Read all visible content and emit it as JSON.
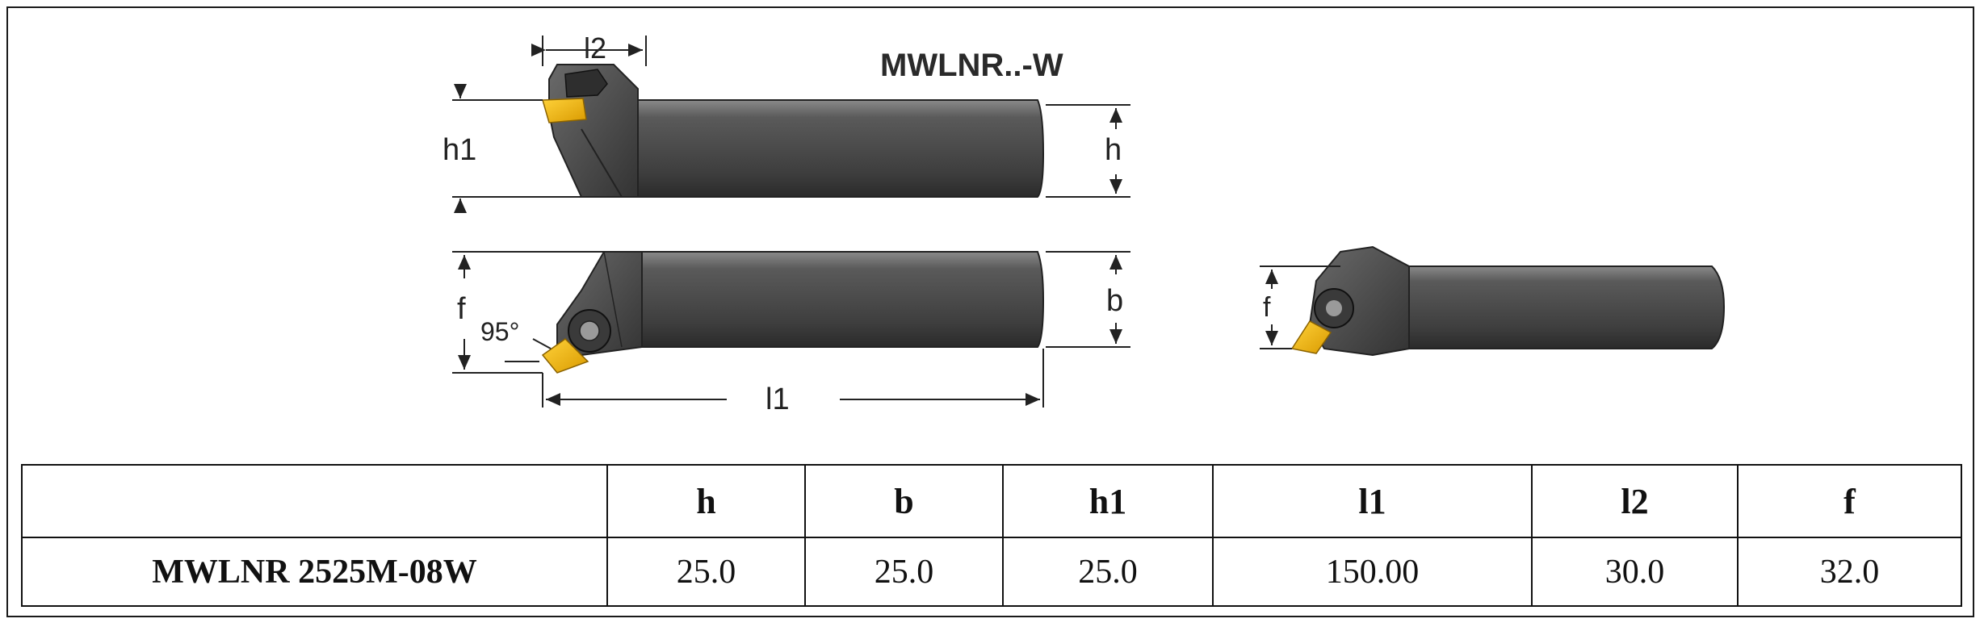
{
  "diagram": {
    "model_label": "MWLNR..-W",
    "dimension_labels": {
      "l2": "l2",
      "h1": "h1",
      "h": "h",
      "f": "f",
      "angle": "95°",
      "b": "b",
      "l1": "l1",
      "f_small": "f"
    },
    "colors": {
      "holder_body": "#4a4a4a",
      "holder_highlight": "#7a7a7a",
      "insert": "#f2b705",
      "dimension_lines": "#222222"
    }
  },
  "table": {
    "headers": [
      "",
      "h",
      "b",
      "h1",
      "l1",
      "l2",
      "f"
    ],
    "rows": [
      {
        "label": "MWLNR 2525M-08W",
        "values": [
          "25.0",
          "25.0",
          "25.0",
          "150.00",
          "30.0",
          "32.0"
        ]
      }
    ]
  }
}
